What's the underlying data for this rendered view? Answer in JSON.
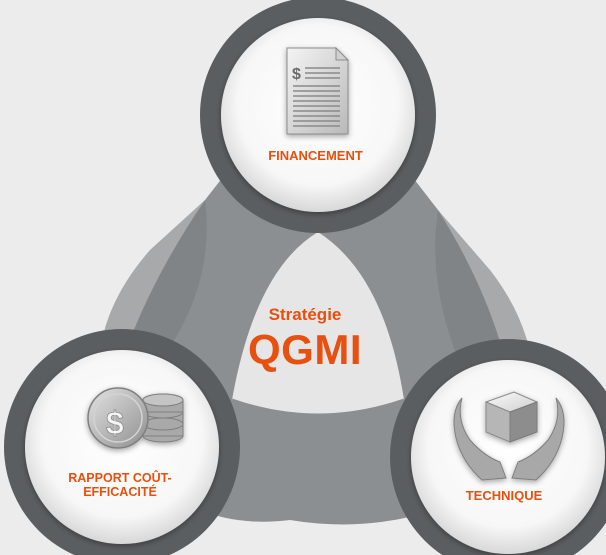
{
  "diagram": {
    "center": {
      "subtitle": "Stratégie",
      "title": "QGMI"
    },
    "nodes": [
      {
        "id": "top",
        "label": "FINANCEMENT",
        "icon": "document-dollar-icon"
      },
      {
        "id": "left",
        "label": "RAPPORT COÛT-\nEFFICACITÉ",
        "label_line1": "RAPPORT COÛT-",
        "label_line2": "EFFICACITÉ",
        "icon": "coins-dollar-icon"
      },
      {
        "id": "right",
        "label": "TECHNIQUE",
        "icon": "hands-cube-icon"
      }
    ],
    "colors": {
      "accent": "#e8500f",
      "background": "#ececec",
      "ring": "#5b5e60",
      "band": "#8c8f91",
      "band_dark": "#6e7173",
      "disc": "#ffffff"
    }
  }
}
